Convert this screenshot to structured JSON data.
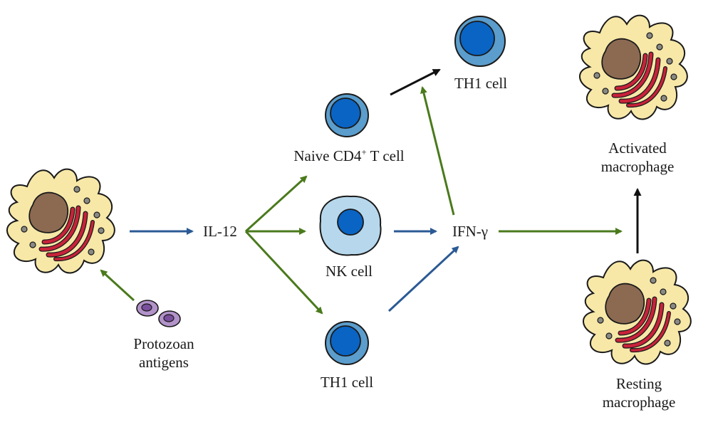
{
  "labels": {
    "protozoan_line1": "Protozoan",
    "protozoan_line2": "antigens",
    "il12": "IL-12",
    "naive_main": "Naive CD4",
    "naive_sup": "+",
    "naive_tail": " T cell",
    "nk_cell": "NK cell",
    "th1_bottom": "TH1 cell",
    "th1_top": "TH1 cell",
    "ifn_gamma": "IFN-γ",
    "activated_line1": "Activated",
    "activated_line2": "macrophage",
    "resting_line1": "Resting",
    "resting_line2": "macrophage"
  },
  "colors": {
    "green_arrow": "#4a7a1c",
    "blue_arrow": "#2b5a94",
    "black_arrow": "#111111",
    "macrophage_body": "#f7e8a8",
    "macrophage_nucleus": "#8c6a52",
    "er_red": "#c8223a",
    "granule_gray": "#8a8a84",
    "tcell_outer": "#5b9dcc",
    "tcell_inner": "#0a64c4",
    "nk_outer": "#b7d8ec",
    "antigen_purple": "#b293c9"
  }
}
